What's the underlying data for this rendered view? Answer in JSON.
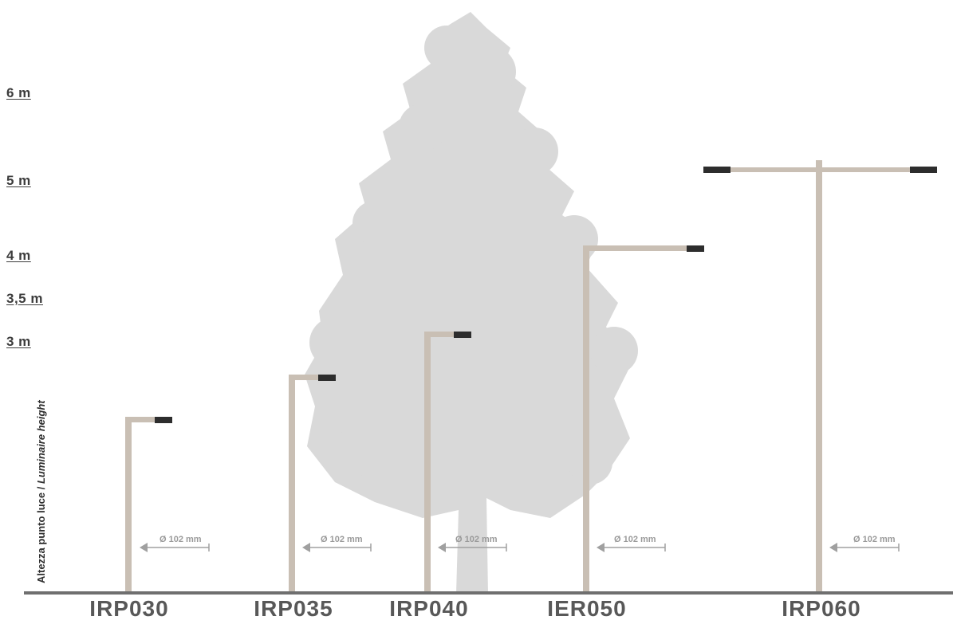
{
  "diagram": {
    "y_axis_title": "Altezza punto luce / ",
    "y_axis_title_italic": "Luminaire height",
    "height_labels": [
      "6 m",
      "5 m",
      "4 m",
      "3,5 m",
      "3 m"
    ],
    "diameter_label": "Ø 102 mm",
    "poles": [
      {
        "model": "IRP030",
        "height_m": 3,
        "arms": "single-right"
      },
      {
        "model": "IRP035",
        "height_m": 3.5,
        "arms": "single-right"
      },
      {
        "model": "IRP040",
        "height_m": 4,
        "arms": "single-right"
      },
      {
        "model": "IER050",
        "height_m": 5,
        "arms": "single-right"
      },
      {
        "model": "IRP060",
        "height_m": 6,
        "arms": "double"
      }
    ],
    "colors": {
      "pole": "#c9bfb4",
      "lamp_head": "#2d2d2d",
      "ground": "#6f6f6f",
      "tree": "#d9d9d9",
      "label": "#585858"
    }
  }
}
